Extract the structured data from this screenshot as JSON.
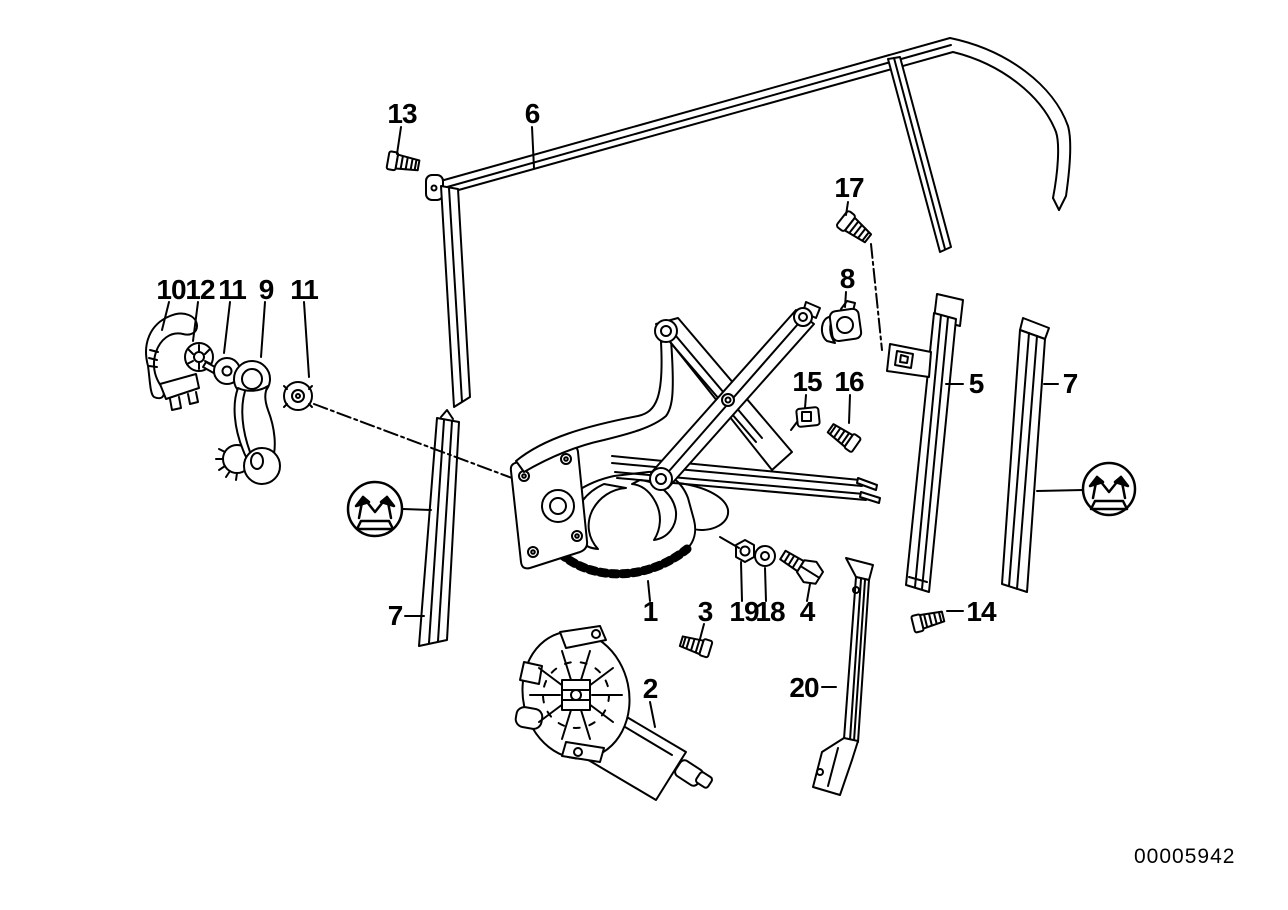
{
  "diagram": {
    "image_id": "00005942",
    "background_color": "#ffffff",
    "line_color": "#000000",
    "badge_icon": "crown-in-circle",
    "callouts": [
      {
        "label": "13"
      },
      {
        "label": "6"
      },
      {
        "label": "17"
      },
      {
        "label": "8"
      },
      {
        "label": "10"
      },
      {
        "label": "12"
      },
      {
        "label": "11"
      },
      {
        "label": "9"
      },
      {
        "label": "11"
      },
      {
        "label": "15"
      },
      {
        "label": "16"
      },
      {
        "label": "5"
      },
      {
        "label": "7"
      },
      {
        "label": "7"
      },
      {
        "label": "1"
      },
      {
        "label": "3"
      },
      {
        "label": "19"
      },
      {
        "label": "18"
      },
      {
        "label": "4"
      },
      {
        "label": "2"
      },
      {
        "label": "20"
      },
      {
        "label": "14"
      }
    ]
  }
}
